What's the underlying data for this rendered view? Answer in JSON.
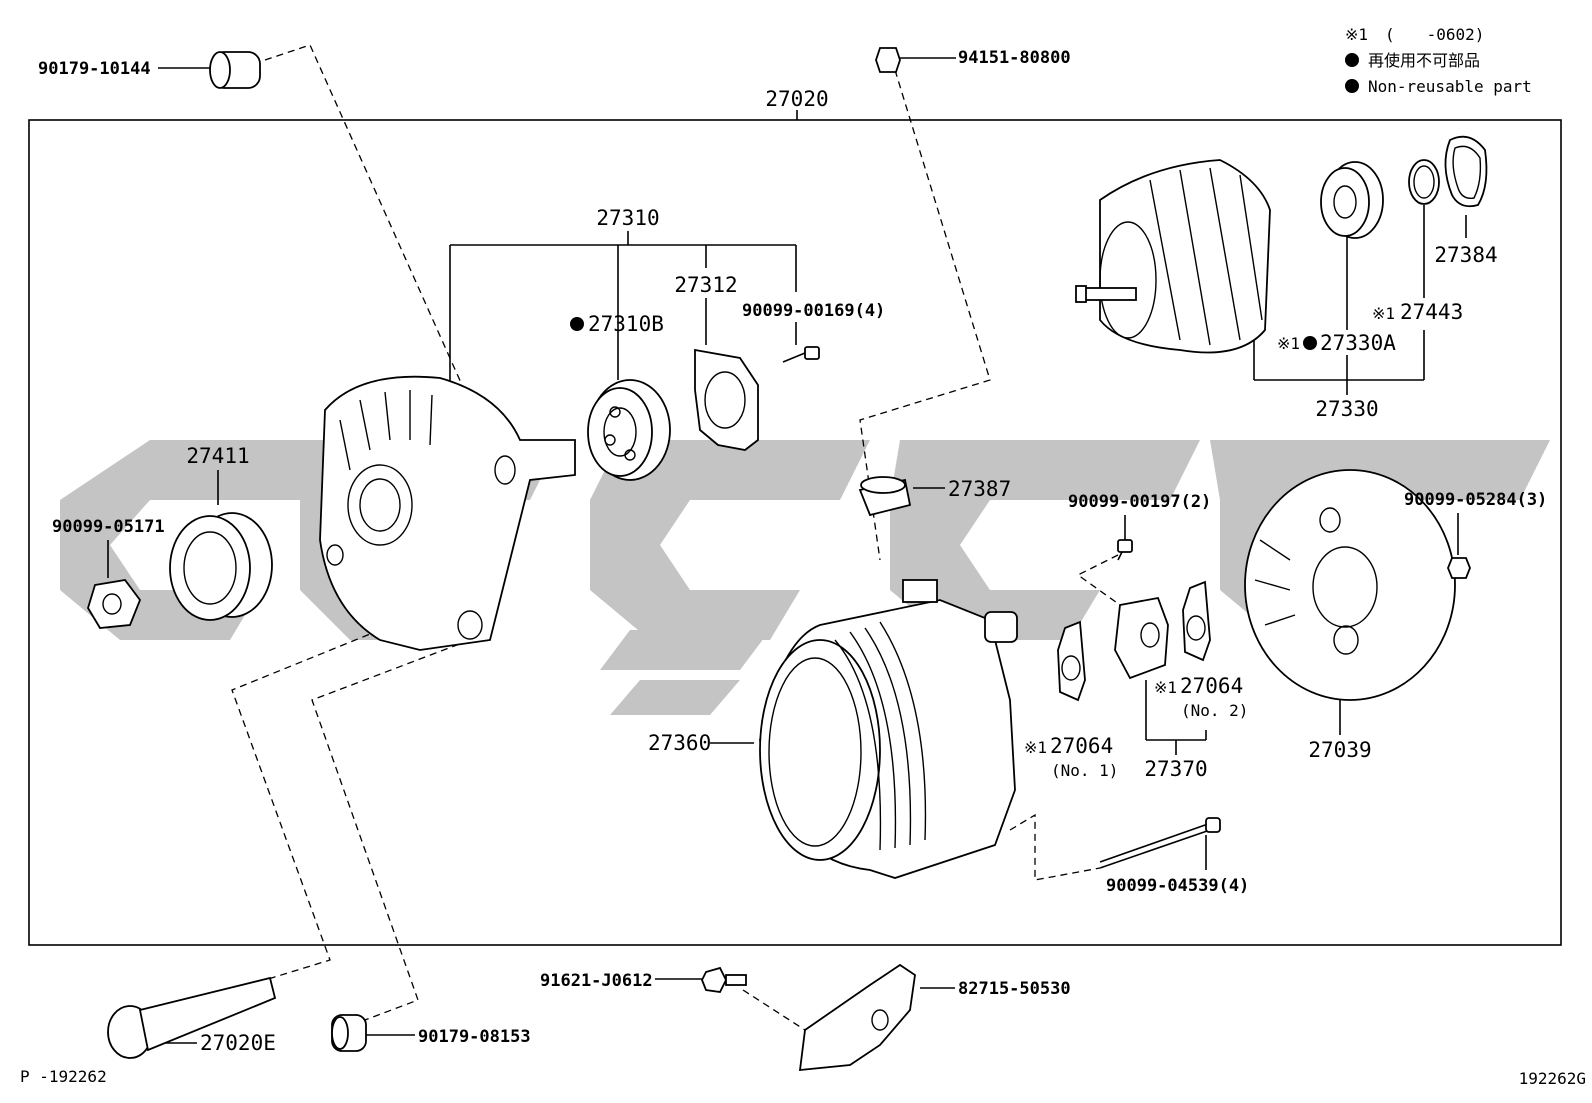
{
  "legend": {
    "note_mark": "※1",
    "note_range": "(　　-0602)",
    "nonreusable_jp": "再使用不可部品",
    "nonreusable_en": "Non-reusable part"
  },
  "footer": {
    "left_code": "P -192262",
    "right_code": "192262G"
  },
  "assembly": {
    "label": "27020"
  },
  "parts": {
    "p90179_10144": "90179-10144",
    "p94151_80800": "94151-80800",
    "p27310": "27310",
    "p27310b": "27310B",
    "p27312": "27312",
    "p90099_00169": "90099-00169(4)",
    "p27411": "27411",
    "p90099_05171": "90099-05171",
    "p27384": "27384",
    "p27443": "27443",
    "p27330a": "27330A",
    "p27330": "27330",
    "p27387": "27387",
    "p90099_00197": "90099-00197(2)",
    "p90099_05284": "90099-05284(3)",
    "p27039": "27039",
    "p27064_2": "27064",
    "p27064_2_sub": "(No. 2)",
    "p27064_1": "27064",
    "p27064_1_sub": "(No. 1)",
    "p27370": "27370",
    "p27360": "27360",
    "p90099_04539": "90099-04539(4)",
    "p91621_j0612": "91621-J0612",
    "p82715_50530": "82715-50530",
    "p27020e": "27020E",
    "p90179_08153": "90179-08153"
  }
}
